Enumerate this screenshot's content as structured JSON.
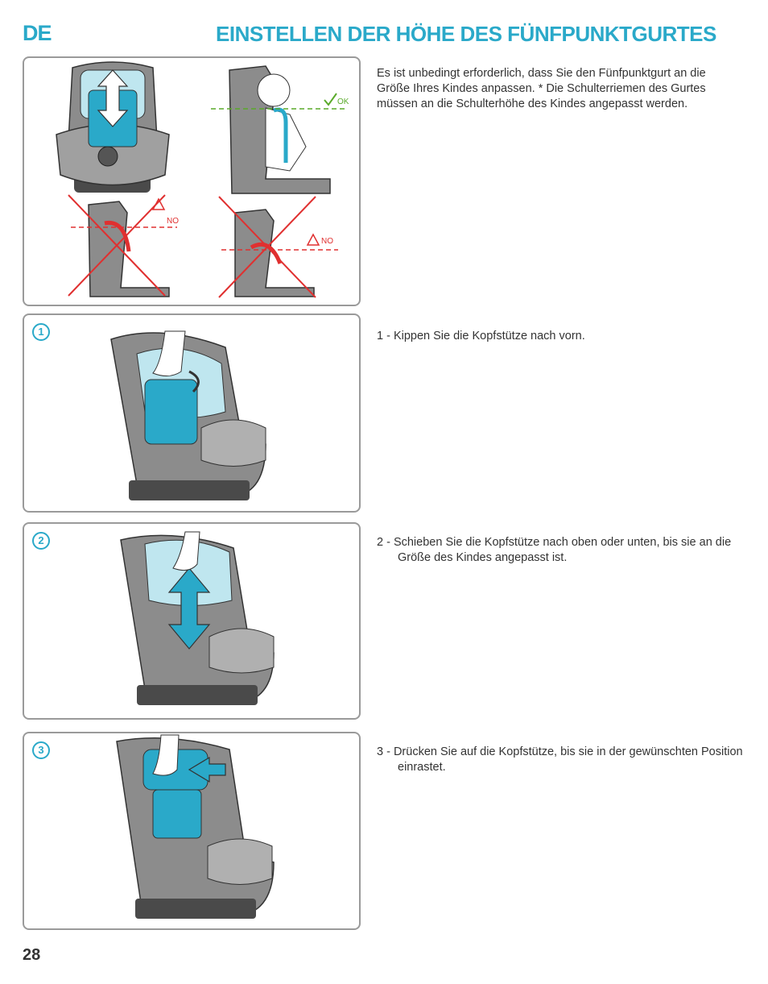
{
  "header": {
    "lang": "DE",
    "title": "EINSTELLEN DER HÖHE DES FÜNFPUNKTGURTES"
  },
  "intro": {
    "text": "Es ist unbedingt erforderlich, dass Sie den Fünfpunktgurt an die Größe Ihres Kindes anpassen. * Die Schulterriemen des Gurtes müssen an die Schulterhöhe des Kindes angepasst werden."
  },
  "labels": {
    "ok": "OK",
    "no": "NO"
  },
  "steps": [
    {
      "num": "1",
      "text": "1 - Kippen Sie die Kopfstütze nach vorn."
    },
    {
      "num": "2",
      "text": "2 - Schieben Sie die Kopfstütze nach oben oder unten, bis sie an die Größe des Kindes angepasst ist."
    },
    {
      "num": "3",
      "text": "3 - Drücken Sie auf die Kopfstütze, bis sie in der gewünschten Position einrastet."
    }
  ],
  "footer": {
    "page": "28"
  },
  "colors": {
    "accent": "#2aa9c9",
    "ok": "#5aaa2a",
    "no": "#e03030",
    "seat": "#8c8c8c"
  }
}
